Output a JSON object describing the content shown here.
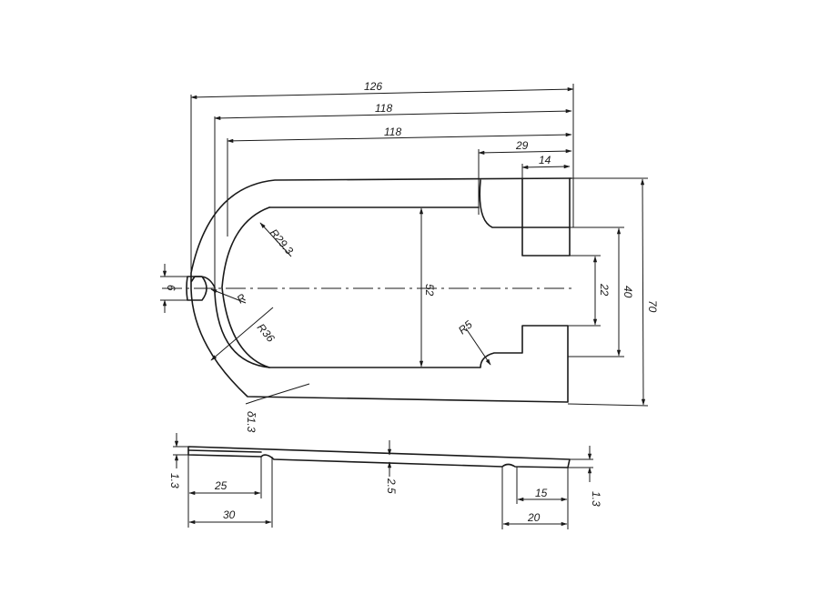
{
  "plan_view": {
    "dims": {
      "d126": "126",
      "d118a": "118",
      "d118b": "118",
      "d29": "29",
      "d14": "14",
      "d70": "70",
      "d40": "40",
      "d22": "22",
      "d52": "52",
      "d6": "6",
      "r29_3": "R29.3",
      "r36": "R36",
      "r5": "R5",
      "r": "R",
      "thickness": "δ1.3"
    }
  },
  "section_view": {
    "dims": {
      "t1_3_left": "1.3",
      "t1_3_right": "1.3",
      "t2_5": "2.5",
      "d25": "25",
      "d30": "30",
      "d15": "15",
      "d20": "20"
    }
  }
}
